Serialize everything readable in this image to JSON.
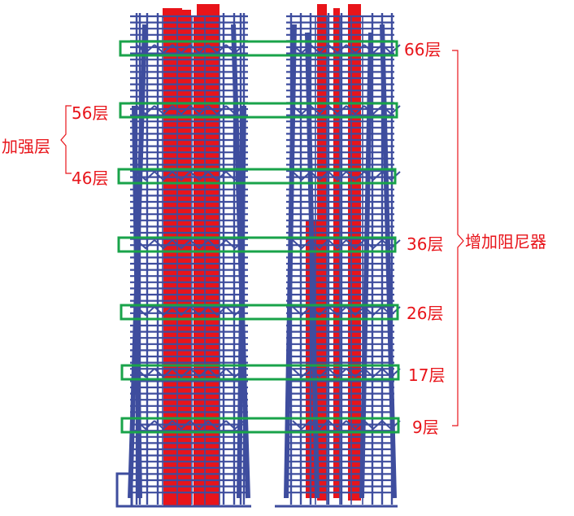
{
  "colors": {
    "frame": "#3e4d9e",
    "core": "#e8141a",
    "highlight_box": "#19a34a",
    "label": "#e8141a",
    "bracket": "#e8141a"
  },
  "floor_labels": {
    "f66": "66层",
    "f56": "56层",
    "f46": "46层",
    "f36": "36层",
    "f26": "26层",
    "f17": "17层",
    "f9": "9层"
  },
  "group_labels": {
    "strengthened": "加强层",
    "dampers": "增加阻尼器"
  }
}
